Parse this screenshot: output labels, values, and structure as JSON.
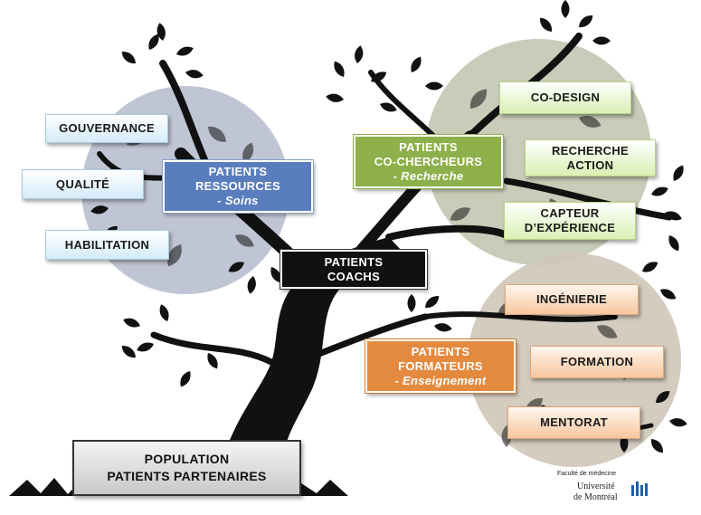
{
  "left_cluster": {
    "gouvernance": "GOUVERNANCE",
    "qualite": "QUALITÉ",
    "habilitation": "HABILITATION",
    "center_line1": "PATIENTS",
    "center_line2": "RESSOURCES",
    "center_sub": "- Soins"
  },
  "right_top_cluster": {
    "center_line1": "PATIENTS",
    "center_line2": "CO-CHERCHEURS",
    "center_sub": "- Recherche",
    "codesign": "CO-DESIGN",
    "recherche_line1": "RECHERCHE",
    "recherche_line2": "ACTION",
    "capteur_line1": "CAPTEUR",
    "capteur_line2": "D’EXPÉRIENCE"
  },
  "coachs": {
    "line1": "PATIENTS",
    "line2": "COACHS"
  },
  "right_bottom_cluster": {
    "center_line1": "PATIENTS",
    "center_line2": "FORMATEURS",
    "center_sub": "- Enseignement",
    "ingenierie": "INGÉNIERIE",
    "formation": "FORMATION",
    "mentorat": "MENTORAT"
  },
  "base": {
    "line1": "POPULATION",
    "line2": "PATIENTS PARTENAIRES"
  },
  "logo": {
    "faculty": "Faculté de médecine",
    "univ_line1": "Université",
    "univ_line2": "de Montréal"
  },
  "colors": {
    "blue_circle": "#b9bfd0",
    "green_circle": "#c3c6b0",
    "orange_circle": "#cfc6b8",
    "tree": "#111111",
    "blue_box": "#5a7dbe",
    "green_box": "#8db04a",
    "orange_box": "#e48a3f"
  }
}
